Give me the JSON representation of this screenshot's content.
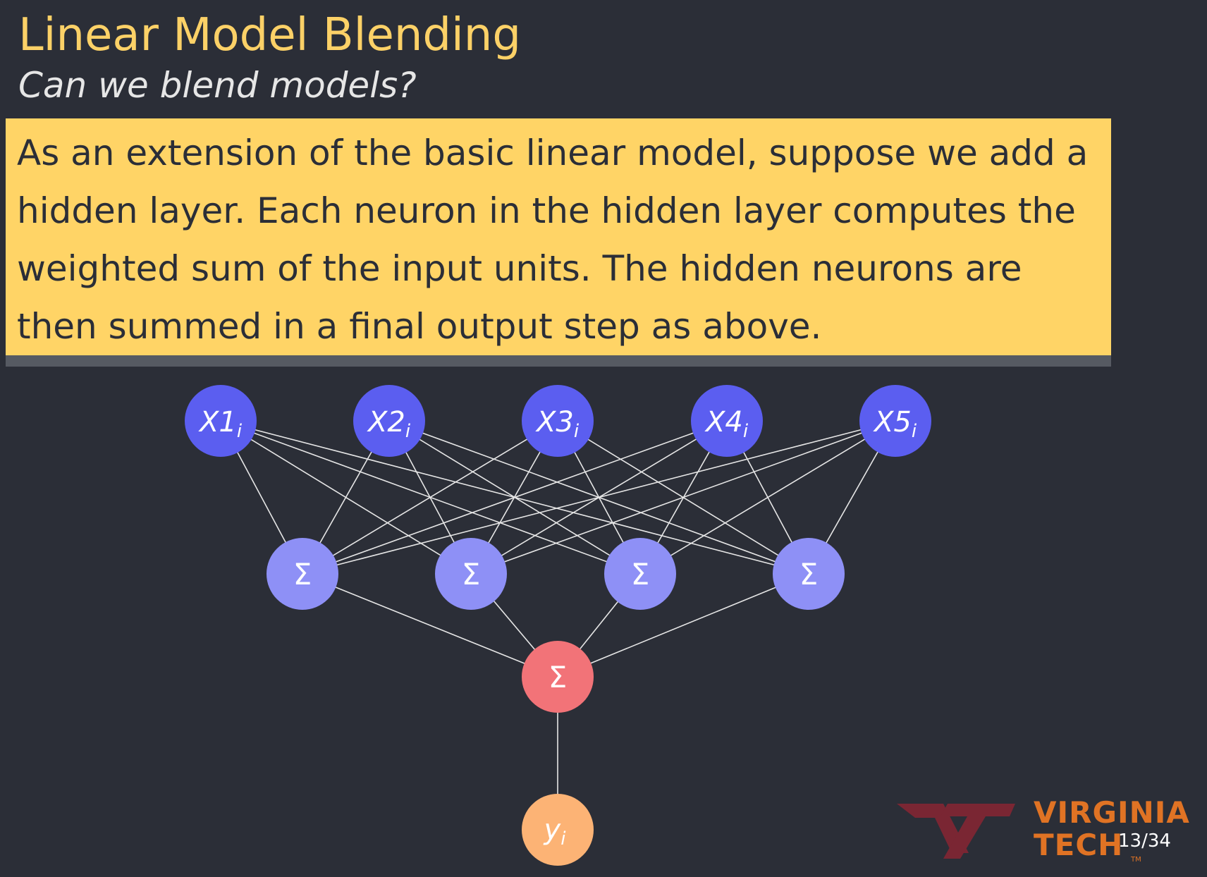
{
  "slide": {
    "title": "Linear Model Blending",
    "subtitle": "Can we blend models?",
    "callout": "As an extension of the basic linear model, suppose we add a hidden layer. Each neuron in the hidden layer computes the weighted sum of the input units. The hidden neurons are then summed in a final output step as above.",
    "page_number": "13/34"
  },
  "logo": {
    "line1": "VIRGINIA",
    "line2": "TECH",
    "trademark": "TM"
  },
  "diagram": {
    "inputs": [
      {
        "base": "X1",
        "sub": "i"
      },
      {
        "base": "X2",
        "sub": "i"
      },
      {
        "base": "X3",
        "sub": "i"
      },
      {
        "base": "X4",
        "sub": "i"
      },
      {
        "base": "X5",
        "sub": "i"
      }
    ],
    "hidden": [
      "Σ",
      "Σ",
      "Σ",
      "Σ"
    ],
    "output_sum": "Σ",
    "result": {
      "base": "y",
      "sub": "i"
    }
  },
  "colors": {
    "background": "#2b2e37",
    "title": "#fcd167",
    "callout": "#ffd466",
    "input_node": "#5b5ef0",
    "hidden_node": "#8e90f6",
    "output_sum_node": "#f27378",
    "result_node": "#fcb375",
    "edge": "#e6e6e6",
    "logo_maroon": "#7a2633",
    "logo_orange": "#e07324"
  }
}
